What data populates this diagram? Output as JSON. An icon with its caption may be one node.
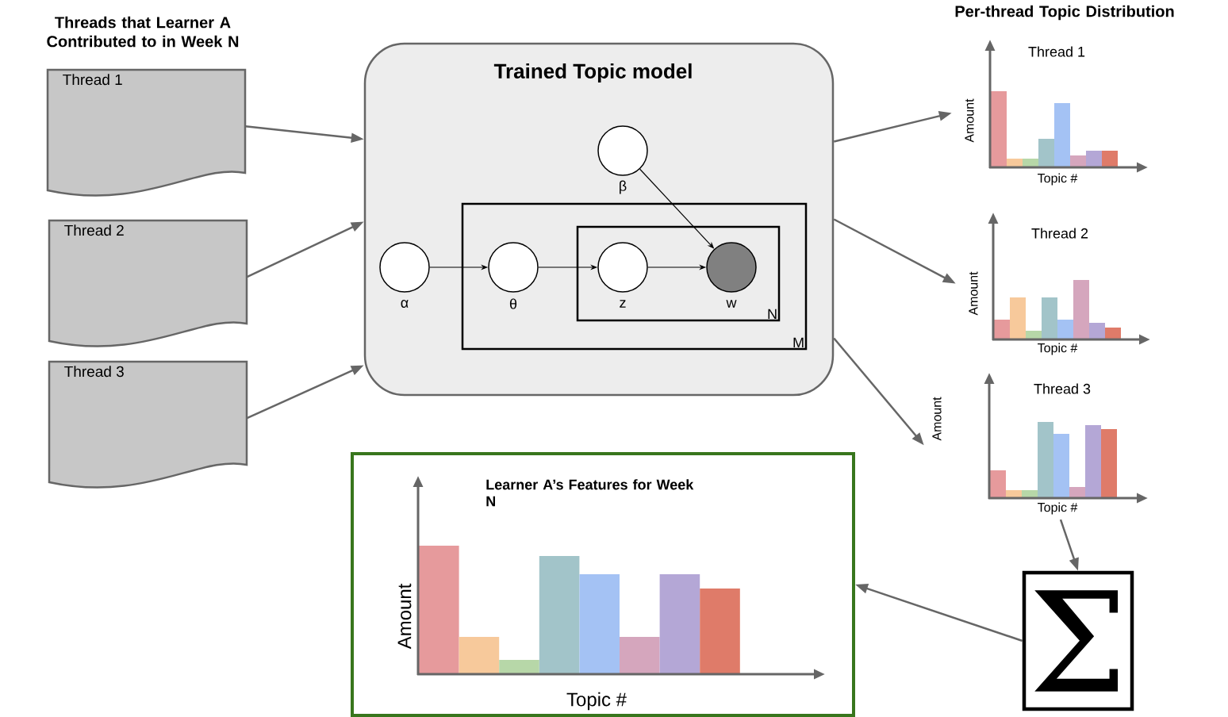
{
  "diagram": {
    "nodes": [
      {
        "text": [
          "Thread 1"
        ]
      },
      {
        "text": [
          "Thread 2"
        ]
      },
      {
        "text": [
          "Thread 3"
        ]
      },
      {
        "text": [
          "Trained Topic model"
        ]
      },
      {
        "text": [],
        "shape": "circle",
        "in": 3,
        "beside": [
          "α"
        ]
      },
      {
        "text": [
          "M"
        ],
        "in": 3
      },
      {
        "text": [],
        "shape": "circle",
        "in": 5,
        "beside": [
          "θ"
        ]
      },
      {
        "text": [
          "N"
        ],
        "in": 5
      },
      {
        "text": [],
        "shape": "circle",
        "in": 7,
        "beside": [
          "z"
        ]
      },
      {
        "text": [],
        "shape": "circle",
        "in": 7,
        "beside": [
          "w"
        ]
      },
      {
        "text": [],
        "shape": "circle",
        "in": 3,
        "beside": [
          "β"
        ]
      },
      {
        "text": [
          "Thread 1",
          "Amount",
          "Topic #"
        ]
      },
      {
        "text": [
          "Thread 2",
          "Amount",
          "Topic #"
        ]
      },
      {
        "text": [
          "Thread 3",
          "Amount",
          "Topic #"
        ]
      },
      {
        "text": [
          "Σ"
        ]
      },
      {
        "text": [
          "Learner A’s Features for Week N",
          "Amount",
          "Topic #"
        ]
      }
    ],
    "edges": [
      {
        "from": 0,
        "to": 3,
        "arrow": "to"
      },
      {
        "from": 1,
        "to": 3,
        "arrow": "to"
      },
      {
        "from": 2,
        "to": 3,
        "arrow": "to"
      },
      {
        "from": 4,
        "to": 6,
        "arrow": "to",
        "color": "#000000"
      },
      {
        "from": 6,
        "to": 8,
        "arrow": "to",
        "color": "#000000"
      },
      {
        "from": 8,
        "to": 9,
        "arrow": "to",
        "color": "#000000"
      },
      {
        "from": 10,
        "to": 9,
        "arrow": "to",
        "color": "#000000"
      },
      {
        "from": 3,
        "to": 11,
        "arrow": "to"
      },
      {
        "from": 3,
        "to": 12,
        "arrow": "to"
      },
      {
        "from": 3,
        "to": 13,
        "arrow": "to"
      },
      {
        "from": 13,
        "to": 14,
        "arrow": "to"
      },
      {
        "from": 14,
        "to": 15,
        "arrow": "to"
      }
    ],
    "labels": [
      "Threads that Learner A Contributed to in Week N",
      "Per-thread Topic Distribution"
    ]
  }
}
